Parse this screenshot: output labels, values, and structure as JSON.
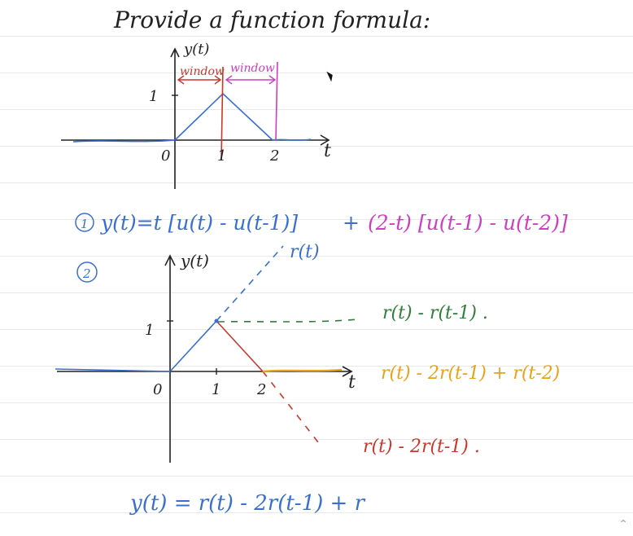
{
  "title": "Provide a function formula:",
  "graph1": {
    "y_label": "y(t)",
    "t_label": "t",
    "window1_label": "window",
    "window2_label": "window",
    "tick_one_y": "1",
    "tick_zero": "0",
    "tick_one_x": "1",
    "tick_two_x": "2"
  },
  "eq1": {
    "number": "1",
    "part_blue": "y(t)=t [u(t) - u(t-1)]",
    "plus": "+",
    "part_purple": "(2-t) [u(t-1) - u(t-2)]"
  },
  "graph2": {
    "number": "2",
    "y_label": "y(t)",
    "t_label": "t",
    "tick_one_y": "1",
    "tick_zero": "0",
    "tick_one_x": "1",
    "tick_two_x": "2",
    "label_r": "r(t)",
    "label_green": "r(t) - r(t-1) .",
    "label_orange": "r(t) - 2r(t-1) + r(t-2)",
    "label_red": "r(t) - 2r(t-1) ."
  },
  "eq2": {
    "text": "y(t) = r(t) - 2r(t-1) + r"
  },
  "colors": {
    "ink": "#222222",
    "blue": "#3a6fd0",
    "red": "#c8372d",
    "purple": "#cc3fc4",
    "green": "#2e7d3a",
    "orange": "#e8a21a"
  }
}
